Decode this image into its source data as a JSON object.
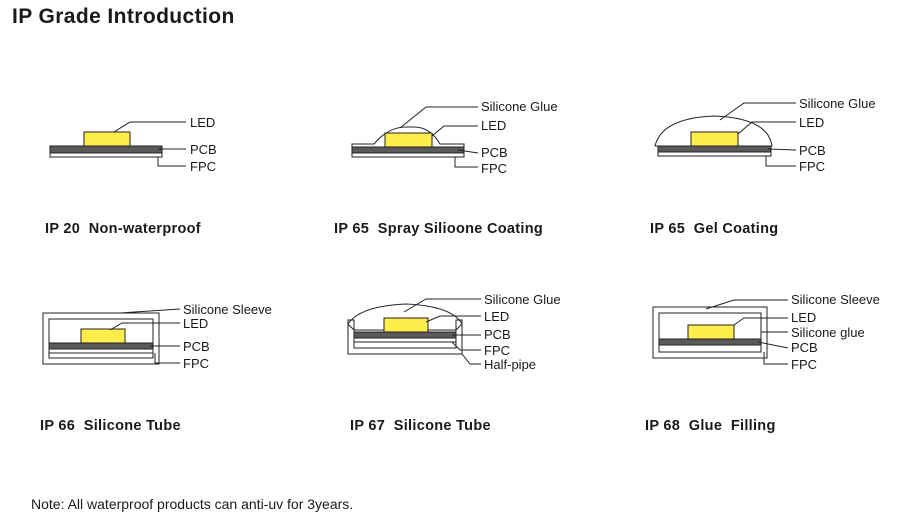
{
  "page": {
    "title": "IP Grade Introduction",
    "note": "Note: All waterproof products can anti-uv for 3years."
  },
  "colors": {
    "led": "#ffee4a",
    "pcb": "#5a5a5a",
    "line": "#222222",
    "hatch": "#888888"
  },
  "panels": [
    {
      "caption": "IP 20  Non-waterproof",
      "labels": [
        "LED",
        "PCB",
        "FPC"
      ]
    },
    {
      "caption": "IP 65  Spray Silioone Coating",
      "labels": [
        "Silicone Glue",
        "LED",
        "PCB",
        "FPC"
      ]
    },
    {
      "caption": "IP 65  Gel Coating",
      "labels": [
        "Silicone Glue",
        "LED",
        "PCB",
        "FPC"
      ]
    },
    {
      "caption": "IP 66  Silicone Tube",
      "labels": [
        "Silicone Sleeve",
        "LED",
        "PCB",
        "FPC"
      ]
    },
    {
      "caption": "IP 67  Silicone Tube",
      "labels": [
        "Silicone Glue",
        "LED",
        "PCB",
        "FPC",
        "Half-pipe"
      ]
    },
    {
      "caption": "IP 68  Glue  Filling",
      "labels": [
        "Silicone Sleeve",
        "LED",
        "Silicone glue",
        "PCB",
        "FPC"
      ]
    }
  ]
}
